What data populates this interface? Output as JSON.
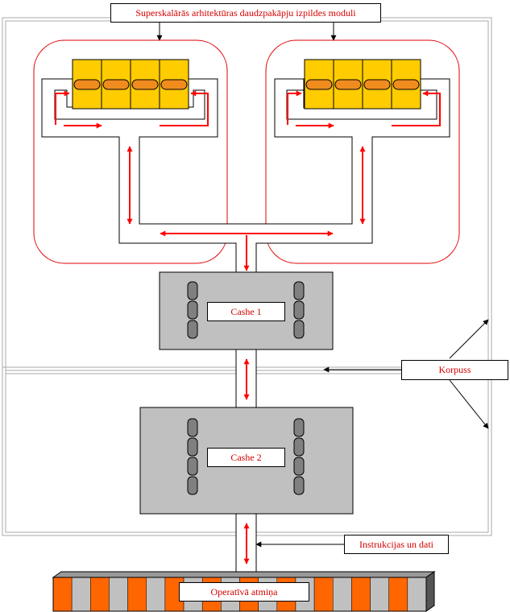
{
  "labels": {
    "module": "Superskalārās arhitektūras daudzpakāpju izpildes moduli",
    "cache1": "Cashe 1",
    "cache2": "Cashe 2",
    "case": "Korpuss",
    "instructions": "Instrukcijas un dati",
    "memory": "Operatīvā atmiņa"
  },
  "colors": {
    "accent": "#ff0000",
    "label_text": "#d40000",
    "execution_unit": "#ffcc00",
    "pipe_segment": "#f08c1e",
    "cache_body": "#c0c0c0",
    "memory_orange": "#ff6600",
    "memory_gray": "#c0c0c0"
  }
}
